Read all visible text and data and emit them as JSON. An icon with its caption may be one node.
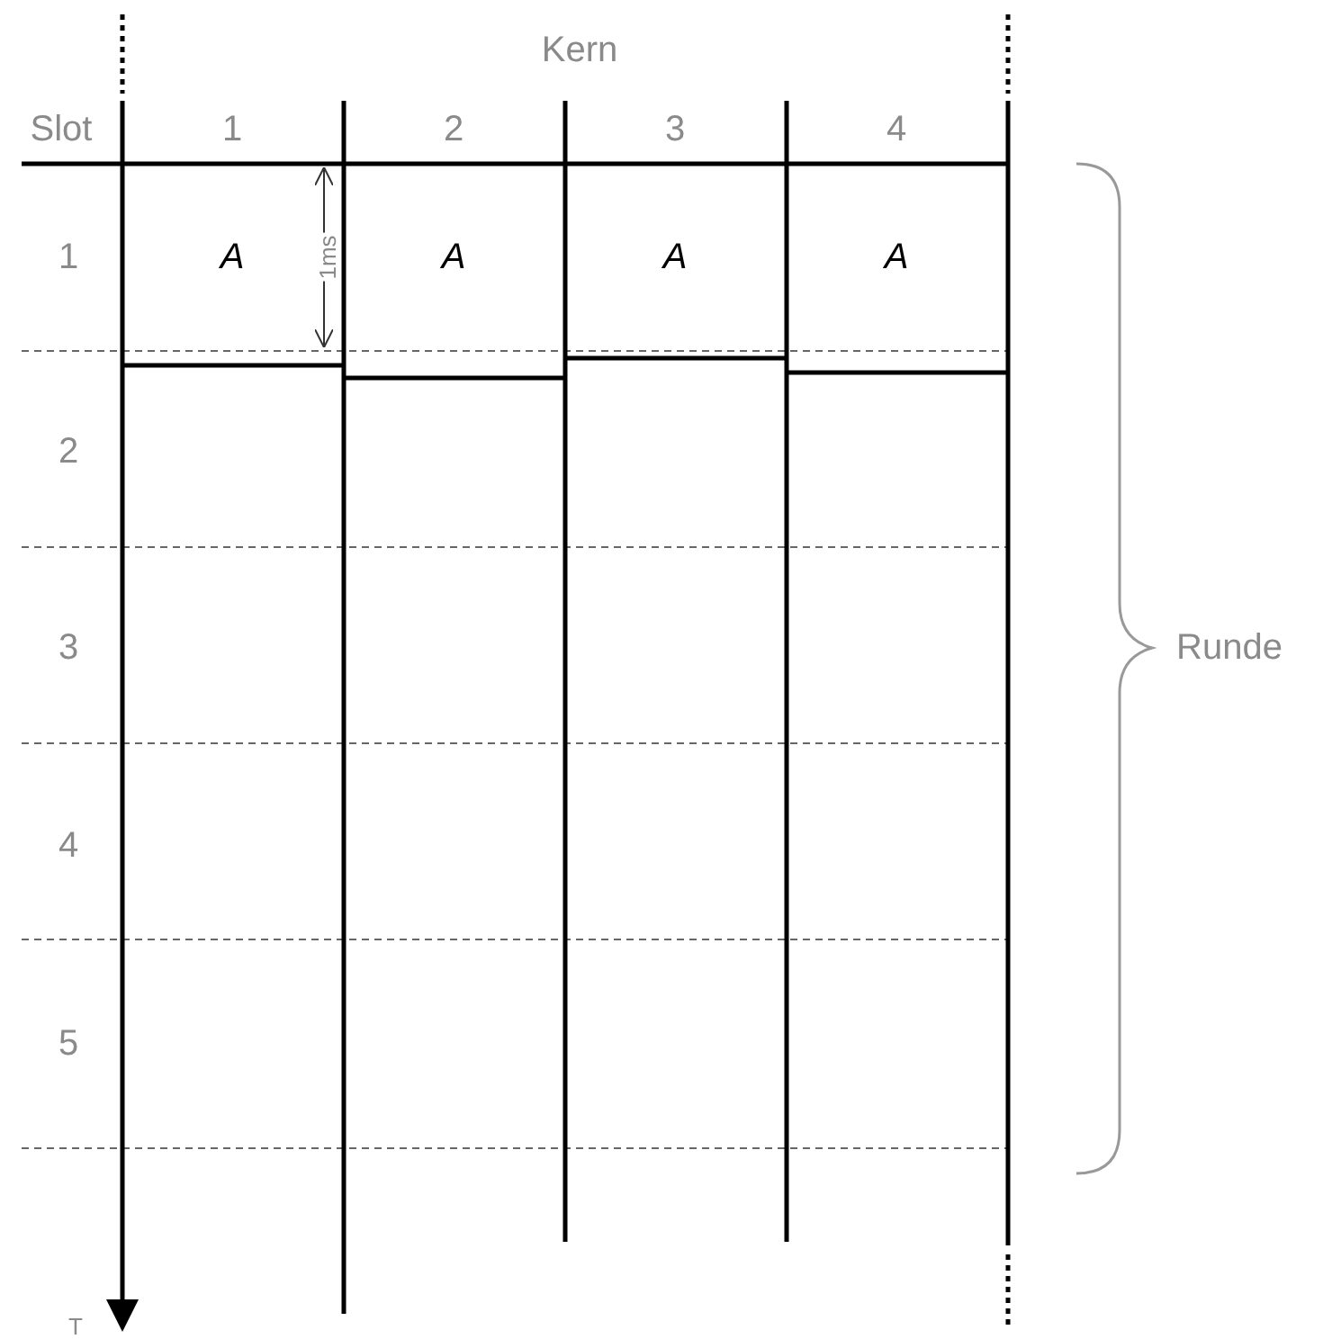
{
  "diagram": {
    "labels": [
      "Kern",
      "Slot",
      "1",
      "2",
      "3",
      "4",
      "1",
      "A",
      "1ms",
      "A",
      "A",
      "A",
      "2",
      "3",
      "Runde",
      "4",
      "5",
      "T"
    ]
  }
}
